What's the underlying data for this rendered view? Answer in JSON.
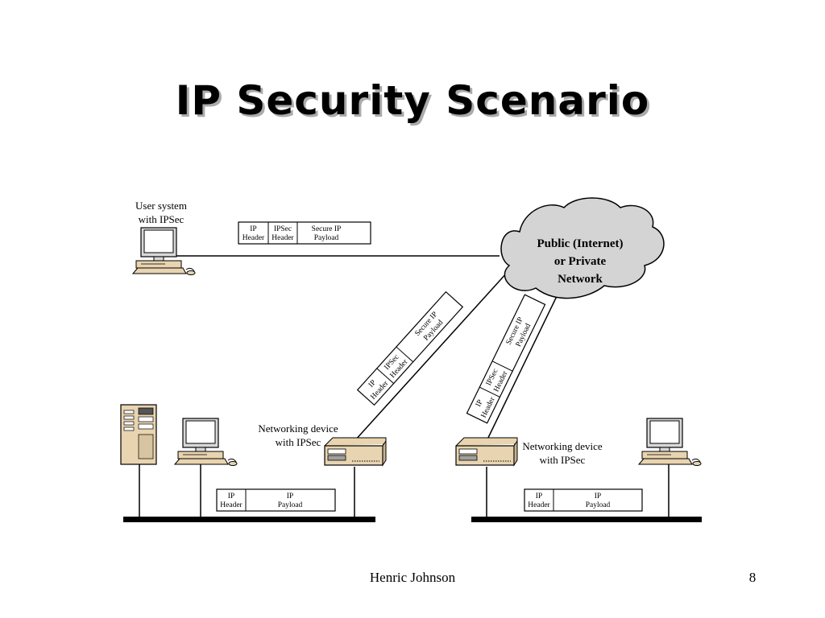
{
  "slide": {
    "title": "IP Security Scenario",
    "footer_author": "Henric Johnson",
    "page_number": "8"
  },
  "diagram": {
    "user_system_label_1": "User system",
    "user_system_label_2": "with IPSec",
    "cloud_line_1": "Public (Internet)",
    "cloud_line_2": "or Private",
    "cloud_line_3": "Network",
    "net_device_left_1": "Networking device",
    "net_device_left_2": "with IPSec",
    "net_device_right_1": "Networking device",
    "net_device_right_2": "with IPSec",
    "packet_top": {
      "ip_header": [
        "IP",
        "Header"
      ],
      "ipsec_header": [
        "IPSec",
        "Header"
      ],
      "payload": [
        "Secure IP",
        "Payload"
      ]
    },
    "packet_diag_left": {
      "ip_header": [
        "IP",
        "Header"
      ],
      "ipsec_header": [
        "IPSec",
        "Header"
      ],
      "payload": [
        "Secure IP",
        "Payload"
      ]
    },
    "packet_diag_right": {
      "ip_header": [
        "IP",
        "Header"
      ],
      "ipsec_header": [
        "IPSec",
        "Header"
      ],
      "payload": [
        "Secure IP",
        "Payload"
      ]
    },
    "packet_lan_left": {
      "ip_header": [
        "IP",
        "Header"
      ],
      "payload": [
        "IP",
        "Payload"
      ]
    },
    "packet_lan_right": {
      "ip_header": [
        "IP",
        "Header"
      ],
      "payload": [
        "IP",
        "Payload"
      ]
    }
  }
}
